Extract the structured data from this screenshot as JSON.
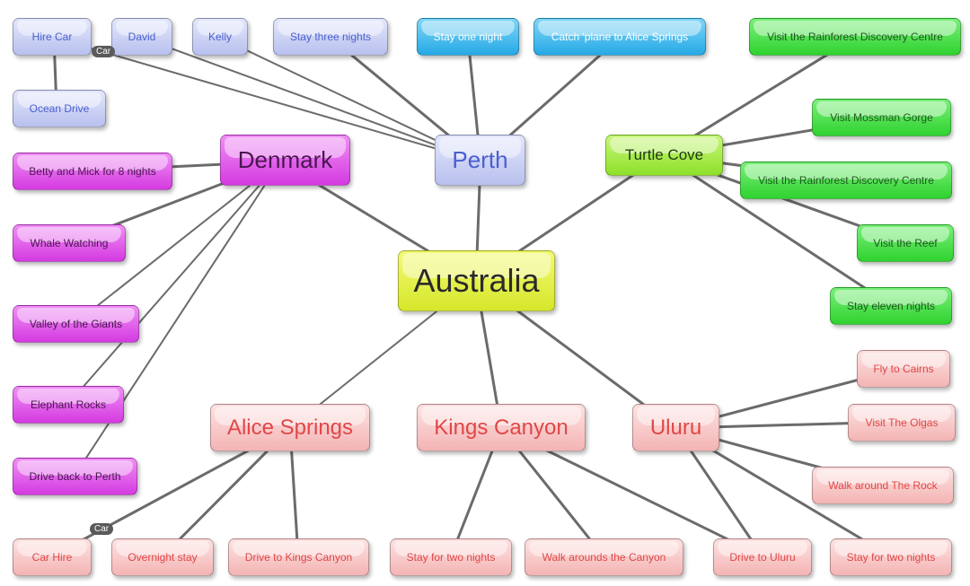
{
  "colors": {
    "line": "#6b6b6b"
  },
  "nodes": {
    "australia": "Australia",
    "perth": "Perth",
    "denmark": "Denmark",
    "turtle_cove": "Turtle Cove",
    "alice_springs": "Alice Springs",
    "kings_canyon": "Kings Canyon",
    "uluru": "Uluru",
    "hire_car": "Hire Car",
    "david": "David",
    "kelly": "Kelly",
    "stay_three_nights": "Stay three nights",
    "stay_one_night": "Stay one night",
    "catch_plane": "Catch 'plane to Alice Springs",
    "ocean_drive": "Ocean Drive",
    "rainforest_1": "Visit the Rainforest Discovery Centre",
    "mossman": "Visit Mossman Gorge",
    "rainforest_2": "Visit the Rainforest Discovery Centre",
    "reef": "Visit the Reef",
    "stay_eleven": "Stay eleven nights",
    "betty_mick": "Betty and Mick for 8 nights",
    "whale": "Whale Watching",
    "valley": "Valley of the Giants",
    "elephant": "Elephant Rocks",
    "drive_back": "Drive back to Perth",
    "fly_cairns": "Fly to Cairns",
    "olgas": "Visit The Olgas",
    "walk_rock": "Walk around The Rock",
    "car_hire": "Car Hire",
    "overnight": "Overnight stay",
    "drive_kings": "Drive to Kings Canyon",
    "kings_two_nights": "Stay for two nights",
    "walk_canyon": "Walk arounds the Canyon",
    "drive_uluru": "Drive to Uluru",
    "uluru_two_nights": "Stay for two nights"
  },
  "tags": {
    "car_1": "Car",
    "car_2": "Car"
  }
}
